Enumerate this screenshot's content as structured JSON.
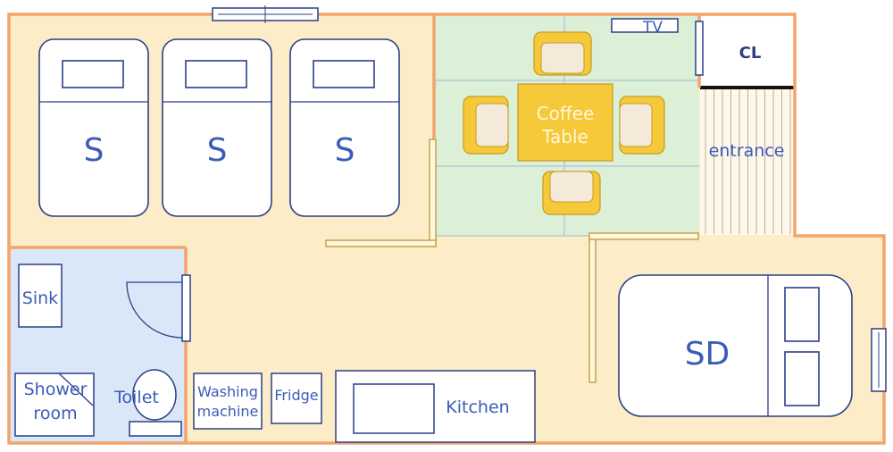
{
  "colors": {
    "floor": "#fdecc8",
    "wall": "#f2a46b",
    "line": "#2b3f86",
    "text": "#3b5cb8",
    "tatami": "#dcefd7",
    "bath": "#d9e7f8",
    "cushion": "#f6c93a",
    "table": "#f6c93a",
    "cushionInner": "#f5ead9",
    "door": "#fff7e0"
  },
  "beds": [
    {
      "label": "S"
    },
    {
      "label": "S"
    },
    {
      "label": "S"
    }
  ],
  "semidouble": {
    "label": "SD"
  },
  "rooms": {
    "coffee_table": [
      "Coffee",
      "Table"
    ],
    "tv": "TV",
    "closet": "CL",
    "entrance": "entrance",
    "sink": "Sink",
    "shower": [
      "Shower",
      "room"
    ],
    "toilet": "Toilet",
    "washing": [
      "Washing",
      "machine"
    ],
    "fridge": "Fridge",
    "kitchen": "Kitchen"
  }
}
